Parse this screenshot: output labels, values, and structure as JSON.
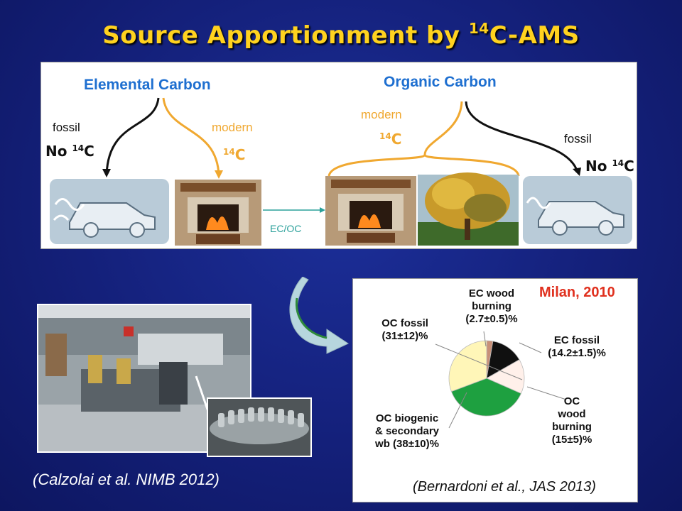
{
  "title": {
    "main": "Source Apportionment by ",
    "sup": "14",
    "tail": "C-AMS"
  },
  "top": {
    "ec_title": "Elemental Carbon",
    "oc_title": "Organic Carbon",
    "ec_fossil": "fossil",
    "ec_modern": "modern",
    "oc_modern": "modern",
    "oc_fossil": "fossil",
    "no": "No",
    "sup": "14",
    "c": "C",
    "ecoc": "EC/OC"
  },
  "pie": {
    "title": "Milan, 2010",
    "citation": "(Bernardoni et al., JAS 2013)",
    "slices": [
      {
        "label": "EC wood burning (2.7±0.5)%",
        "value": 2.7,
        "color": "#c89078"
      },
      {
        "label": "EC fossil (14.2±1.5)%",
        "value": 14.2,
        "color": "#101010"
      },
      {
        "label": "OC wood burning (15±5)%",
        "value": 15,
        "color": "#fff0ea"
      },
      {
        "label": "OC biogenic & secondary wb (38±10)%",
        "value": 38,
        "color": "#1ea040"
      },
      {
        "label": "OC fossil (31±12)%",
        "value": 31,
        "color": "#fff6b8"
      }
    ],
    "labels": {
      "ec_wood_1": "EC wood",
      "ec_wood_2": "burning",
      "ec_wood_3": "(2.7±0.5)%",
      "ec_fossil_1": "EC fossil",
      "ec_fossil_2": "(14.2±1.5)%",
      "oc_fossil_1": "OC fossil",
      "oc_fossil_2": "(31±12)%",
      "oc_wood_1": "OC",
      "oc_wood_2": "wood",
      "oc_wood_3": "burning",
      "oc_wood_4": "(15±5)%",
      "oc_bio_1": "OC biogenic",
      "oc_bio_2": "& secondary",
      "oc_bio_3": "wb (38±10)%"
    }
  },
  "citation_left": "(Calzolai et al. NIMB 2012)"
}
